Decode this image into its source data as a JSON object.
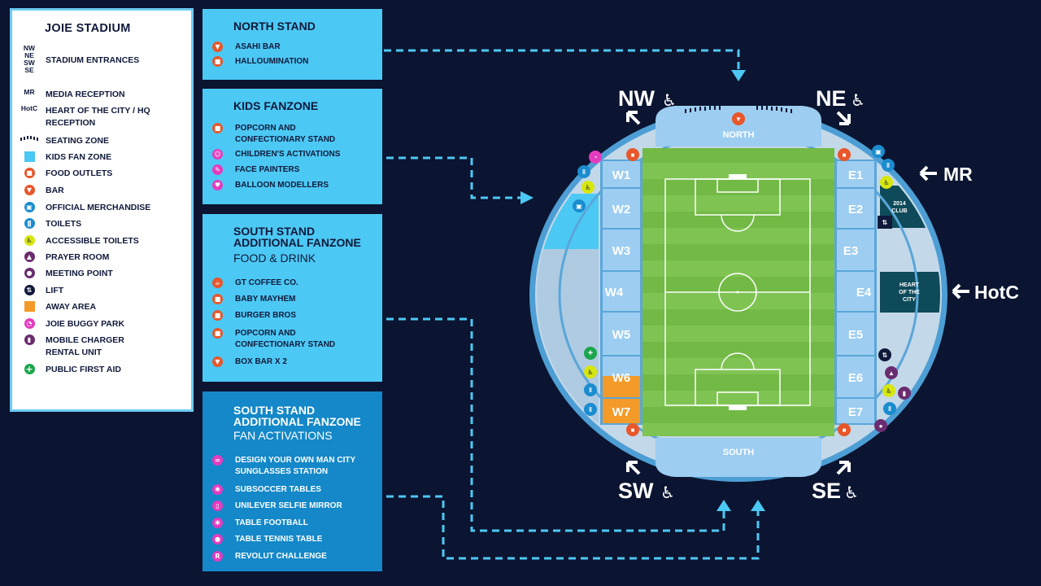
{
  "legend": {
    "title": "JOIE STADIUM",
    "entrance_codes": [
      "NW",
      "NE",
      "SW",
      "SE"
    ],
    "items": [
      {
        "label": "STADIUM ENTRANCES"
      },
      {
        "abbr": "MR",
        "label": "MEDIA RECEPTION"
      },
      {
        "abbr": "HotC",
        "label": "HEART OF THE CITY / HQ RECEPTION"
      },
      {
        "label": "SEATING ZONE"
      },
      {
        "label": "KIDS FAN ZONE"
      },
      {
        "label": "FOOD OUTLETS"
      },
      {
        "label": "BAR"
      },
      {
        "label": "OFFICIAL MERCHANDISE"
      },
      {
        "label": "TOILETS"
      },
      {
        "label": "ACCESSIBLE TOILETS"
      },
      {
        "label": "PRAYER ROOM"
      },
      {
        "label": "MEETING POINT"
      },
      {
        "label": "LIFT"
      },
      {
        "label": "AWAY AREA"
      },
      {
        "label": "JOIE BUGGY PARK"
      },
      {
        "label": "MOBILE CHARGER RENTAL UNIT"
      },
      {
        "label": "PUBLIC FIRST AID"
      }
    ]
  },
  "panels": {
    "north": {
      "title": "NORTH STAND",
      "items": [
        "ASAHI BAR",
        "HALLOUMINATION"
      ]
    },
    "kids": {
      "title": "KIDS FANZONE",
      "items": [
        "POPCORN AND CONFECTIONARY STAND",
        "CHILDREN'S ACTIVATIONS",
        "FACE PAINTERS",
        "BALLOON MODELLERS"
      ]
    },
    "food": {
      "title": "SOUTH STAND ADDITIONAL FANZONE",
      "subtitle": "FOOD & DRINK",
      "items": [
        "GT COFFEE CO.",
        "BABY MAYHEM",
        "BURGER BROS",
        "POPCORN AND CONFECTIONARY STAND",
        "BOX BAR X 2"
      ]
    },
    "fan": {
      "title": "SOUTH STAND ADDITIONAL FANZONE",
      "subtitle": "FAN ACTIVATIONS",
      "items": [
        "DESIGN YOUR OWN MAN CITY SUNGLASSES STATION",
        "SUBSOCCER TABLES",
        "UNILEVER SELFIE MIRROR",
        "TABLE FOOTBALL",
        "TABLE TENNIS TABLE",
        "REVOLUT CHALLENGE"
      ]
    }
  },
  "stadium": {
    "north_label": "NORTH",
    "south_label": "SOUTH",
    "west_blocks": [
      "W1",
      "W2",
      "W3",
      "W4",
      "W5",
      "W6",
      "W7"
    ],
    "east_blocks": [
      "E1",
      "E2",
      "E3",
      "E4",
      "E5",
      "E6",
      "E7"
    ],
    "club_line1": "2014",
    "club_line2": "CLUB",
    "hotc_line1": "HEART",
    "hotc_line2": "OF THE",
    "hotc_line3": "CITY",
    "entrances": {
      "nw": "NW",
      "ne": "NE",
      "sw": "SW",
      "se": "SE",
      "mr": "MR",
      "hotc": "HotC"
    }
  },
  "colors": {
    "background": "#0b1430",
    "panel_light": "#4cc8f4",
    "panel_dark": "#1488c8",
    "pitch": "#7bc04e",
    "seat_block": "#9dcdf0",
    "away_area": "#f39a28",
    "food": "#e8562a",
    "toilet": "#1a8ccf",
    "accessible": "#d7e60e",
    "prayer": "#6a2c6f",
    "merch": "#1a8ccf",
    "first_aid": "#1aa64a",
    "buggy": "#e43cbf",
    "activation": "#e43cbf",
    "club": "#0e4a59"
  }
}
